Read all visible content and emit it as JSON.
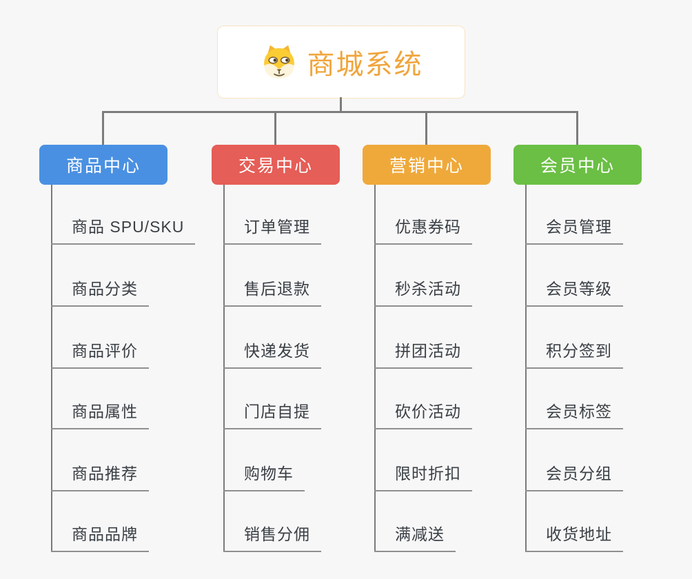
{
  "root": {
    "title": "商城系统",
    "icon": "dog-icon",
    "accent_color": "#F0A53C",
    "border_color": "#F2C883"
  },
  "branches": [
    {
      "label": "商品中心",
      "color": "#4A90E2",
      "items": [
        "商品 SPU/SKU",
        "商品分类",
        "商品评价",
        "商品属性",
        "商品推荐",
        "商品品牌"
      ]
    },
    {
      "label": "交易中心",
      "color": "#E55E57",
      "items": [
        "订单管理",
        "售后退款",
        "快递发货",
        "门店自提",
        "购物车",
        "销售分佣"
      ]
    },
    {
      "label": "营销中心",
      "color": "#EFA93B",
      "items": [
        "优惠券码",
        "秒杀活动",
        "拼团活动",
        "砍价活动",
        "限时折扣",
        "满减送"
      ]
    },
    {
      "label": "会员中心",
      "color": "#6ABF44",
      "items": [
        "会员管理",
        "会员等级",
        "积分签到",
        "会员标签",
        "会员分组",
        "收货地址"
      ]
    }
  ]
}
